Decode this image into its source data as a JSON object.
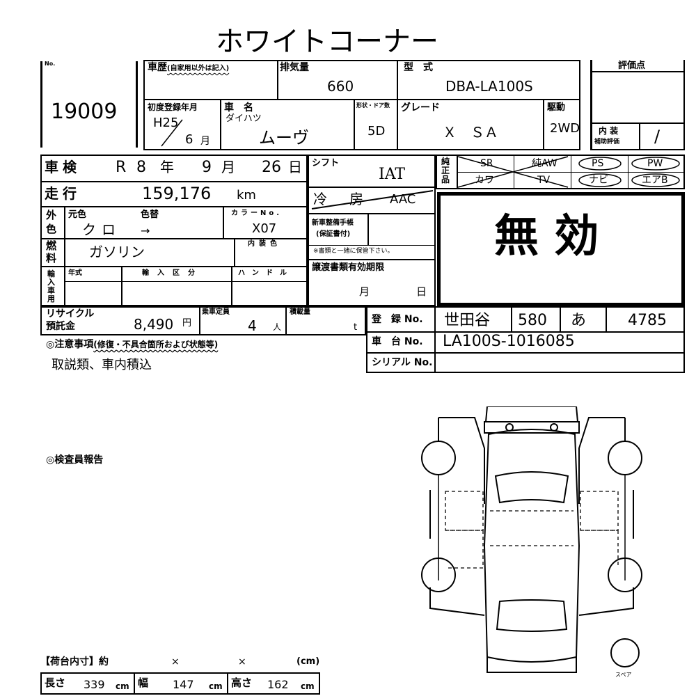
{
  "title": "ホワイトコーナー",
  "header": {
    "no_label": "No.",
    "number": "19009",
    "history_label": "車歴",
    "history_note": "(自家用以外は記入)",
    "displacement_label": "排気量",
    "displacement": "660",
    "model_label": "型　式",
    "model": "DBA-LA100S",
    "score_label": "評価点",
    "first_reg_label": "初度登録年月",
    "first_reg_year": "H25",
    "first_reg_month": "6",
    "month_unit": "月",
    "car_name_label": "車　名",
    "maker": "ダイハツ",
    "car_name": "ムーヴ",
    "shape_label": "形状・ドア数",
    "doors": "5D",
    "grade_label": "グレード",
    "grade": "Ｘ　ＳＡ",
    "drive_label": "駆動",
    "drive": "2WD",
    "interior_label": "内 装",
    "interior_sub": "補助評価",
    "interior_value": "/"
  },
  "specs": {
    "inspection_label": "車検",
    "inspection_era": "R",
    "inspection_year": "8",
    "year_unit": "年",
    "inspection_month": "9",
    "inspection_day": "26",
    "day_unit": "日",
    "shift_label": "シフト",
    "shift": "IAT",
    "mileage_label": "走行",
    "mileage": "159,176",
    "mileage_unit": "km",
    "ac_label": "冷　房",
    "ac": "AAC",
    "exterior_label_1": "外",
    "exterior_label_2": "色",
    "original_color_label": "元色",
    "original_color": "クロ",
    "repaint_label": "色替",
    "repaint": "→",
    "color_no_label": "カラーNo.",
    "color_no": "X07",
    "fuel_label_1": "燃",
    "fuel_label_2": "料",
    "fuel": "ガソリン",
    "interior_color_label": "内装色",
    "import_label": "輸入車用",
    "import_year_label": "年式",
    "import_type_label": "輸入区分",
    "handle_label": "ハンドル",
    "service_book_label": "新車整備手帳",
    "service_book_sub": "(保証書付)",
    "keep_note": "※書類と一緒に保管下さい。",
    "transfer_label": "譲渡書類有効期限",
    "transfer_month_label": "月",
    "transfer_day_label": "日",
    "recycle_label_1": "リサイクル",
    "recycle_label_2": "預託金",
    "recycle": "8,490",
    "yen": "円",
    "capacity_label": "乗車定員",
    "capacity": "4",
    "capacity_unit": "人",
    "load_label": "積載量",
    "load_unit": "t"
  },
  "equipment": {
    "label": "純正品",
    "items": [
      "SR",
      "純AW",
      "PS",
      "PW",
      "カワ",
      "TV",
      "ナビ",
      "エアB"
    ]
  },
  "invalid_stamp": "無 効",
  "registration": {
    "reg_label": "登　録 No.",
    "reg_area": "世田谷",
    "reg_class": "580",
    "reg_kana": "あ",
    "reg_num": "4785",
    "chassis_label": "車　台 No.",
    "chassis": "LA100S-1016085",
    "serial_label": "シリアル No."
  },
  "notes": {
    "caution_label": "◎注意事項",
    "caution_sub": "(修復・不具合箇所および状態等)",
    "caution_text": "取説類、車内積込",
    "inspector_label": "◎検査員報告"
  },
  "cargo": {
    "label": "【荷台内寸】約",
    "x1": "×",
    "x2": "×",
    "unit_note": "(cm)",
    "length_label": "長さ",
    "length": "339",
    "width_label": "幅",
    "width": "147",
    "height_label": "高さ",
    "height": "162",
    "cm": "cm"
  },
  "diagram": {
    "spare_label": "スペア"
  }
}
